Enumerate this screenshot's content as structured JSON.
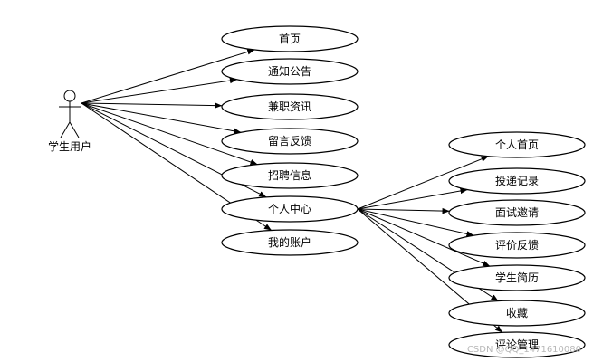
{
  "diagram": {
    "actor": {
      "label": "学生用户"
    },
    "use_cases": [
      {
        "id": "uc-home",
        "label": "首页"
      },
      {
        "id": "uc-notice",
        "label": "通知公告"
      },
      {
        "id": "uc-parttime",
        "label": "兼职资讯"
      },
      {
        "id": "uc-feedback",
        "label": "留言反馈"
      },
      {
        "id": "uc-recruit",
        "label": "招聘信息"
      },
      {
        "id": "uc-personal-center",
        "label": "个人中心"
      },
      {
        "id": "uc-my-account",
        "label": "我的账户"
      },
      {
        "id": "uc-personal-home",
        "label": "个人首页"
      },
      {
        "id": "uc-delivery",
        "label": "投递记录"
      },
      {
        "id": "uc-interview",
        "label": "面试邀请"
      },
      {
        "id": "uc-review",
        "label": "评价反馈"
      },
      {
        "id": "uc-resume",
        "label": "学生简历"
      },
      {
        "id": "uc-favorites",
        "label": "收藏"
      },
      {
        "id": "uc-comments",
        "label": "评论管理"
      }
    ],
    "edges": [
      {
        "from": "actor",
        "to": "uc-home"
      },
      {
        "from": "actor",
        "to": "uc-notice"
      },
      {
        "from": "actor",
        "to": "uc-parttime"
      },
      {
        "from": "actor",
        "to": "uc-feedback"
      },
      {
        "from": "actor",
        "to": "uc-recruit"
      },
      {
        "from": "actor",
        "to": "uc-personal-center"
      },
      {
        "from": "actor",
        "to": "uc-my-account"
      },
      {
        "from": "uc-personal-center",
        "to": "uc-personal-home"
      },
      {
        "from": "uc-personal-center",
        "to": "uc-delivery"
      },
      {
        "from": "uc-personal-center",
        "to": "uc-interview"
      },
      {
        "from": "uc-personal-center",
        "to": "uc-review"
      },
      {
        "from": "uc-personal-center",
        "to": "uc-resume"
      },
      {
        "from": "uc-personal-center",
        "to": "uc-favorites"
      },
      {
        "from": "uc-personal-center",
        "to": "uc-comments"
      }
    ]
  },
  "watermark": "CSDN @QQ_1471610080"
}
